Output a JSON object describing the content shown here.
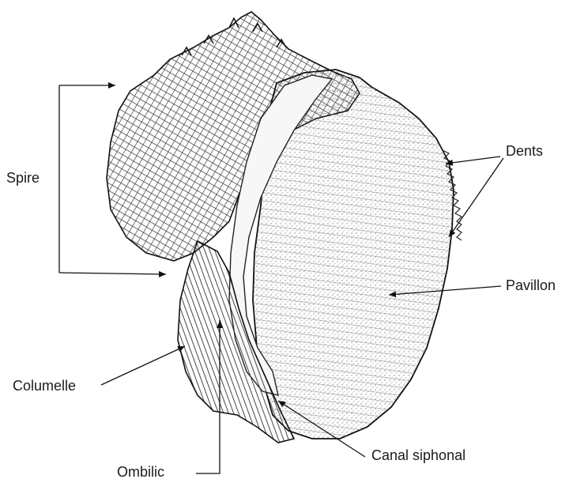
{
  "labels": {
    "spire": "Spire",
    "dents": "Dents",
    "pavillon": "Pavillon",
    "columelle": "Columelle",
    "canal_siphonal": "Canal siphonal",
    "ombilic": "Ombilic"
  }
}
